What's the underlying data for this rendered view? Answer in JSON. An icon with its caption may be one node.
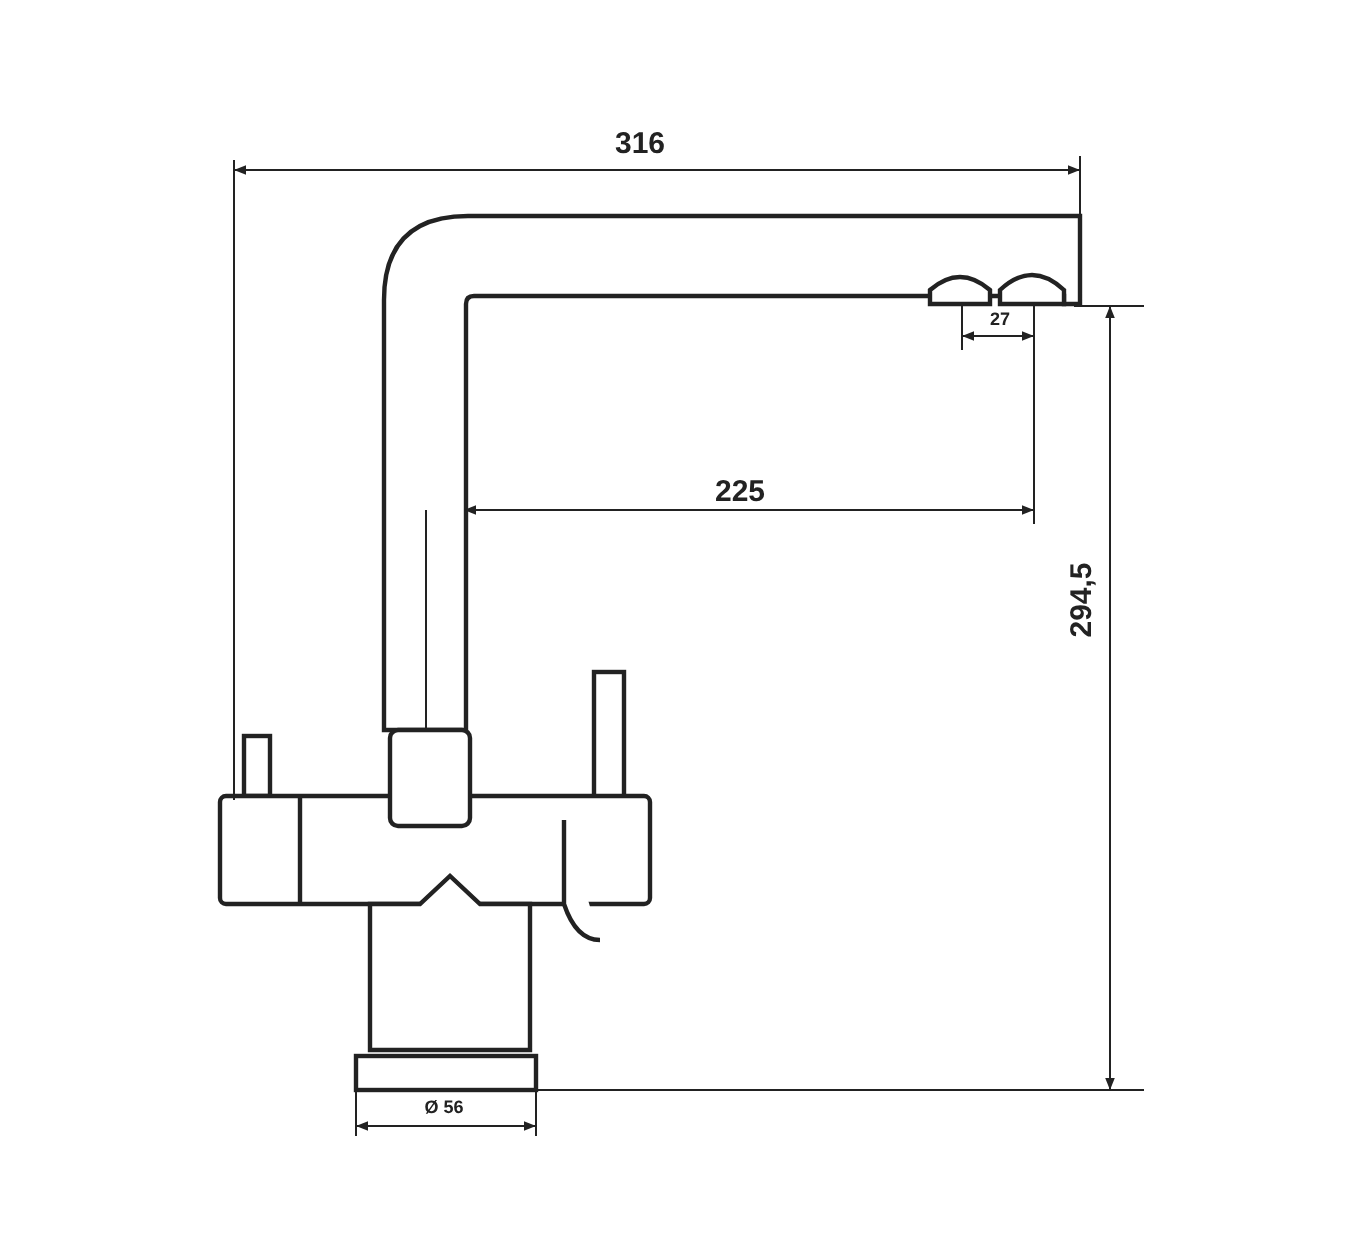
{
  "diagram": {
    "labels": [
      "316",
      "27",
      "225",
      "294,5",
      "Ø 56"
    ]
  }
}
